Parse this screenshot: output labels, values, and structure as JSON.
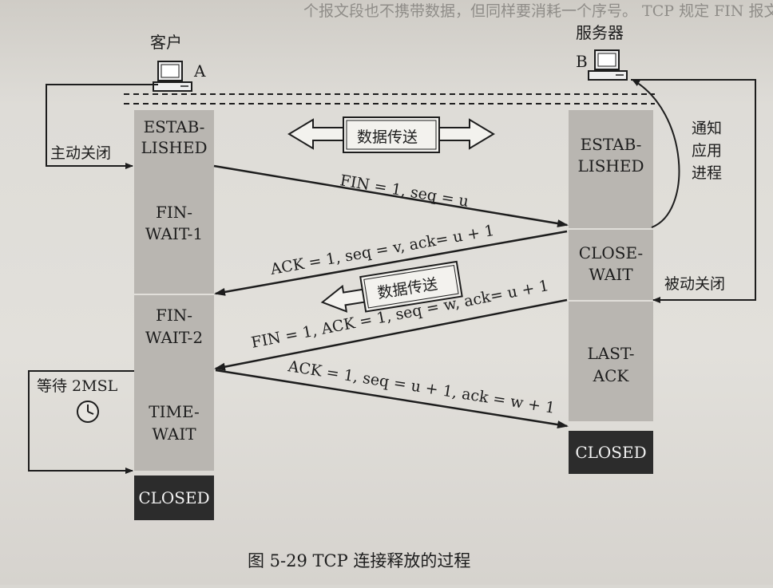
{
  "header_text": "个报文段也不携带数据，但同样要消耗一个序号。 TCP 规定 FIN 报文段即使不携带数据，它也消耗掉一个序号。",
  "client": {
    "title": "客户",
    "letter": "A"
  },
  "server": {
    "title": "服务器",
    "letter": "B"
  },
  "client_states": {
    "established": [
      "ESTAB-",
      "LISHED"
    ],
    "fin_wait_1": [
      "FIN-",
      "WAIT-1"
    ],
    "fin_wait_2": [
      "FIN-",
      "WAIT-2"
    ],
    "time_wait": [
      "TIME-",
      "WAIT"
    ],
    "closed": "CLOSED"
  },
  "server_states": {
    "established": [
      "ESTAB-",
      "LISHED"
    ],
    "close_wait": [
      "CLOSE-",
      "WAIT"
    ],
    "last_ack": [
      "LAST-",
      "ACK"
    ],
    "closed": "CLOSED"
  },
  "labels": {
    "active_close": "主动关闭",
    "passive_close": "被动关闭",
    "notify_app": [
      "通知",
      "应用",
      "进程"
    ],
    "wait_2msl": "等待 2MSL",
    "data_transfer": "数据传送",
    "data_transfer_2": "数据传送"
  },
  "messages": {
    "fin1": "FIN = 1, seq = u",
    "ack1": "ACK = 1, seq = v, ack= u + 1",
    "fin2": "FIN = 1, ACK = 1, seq = w, ack= u + 1",
    "ack2": "ACK = 1, seq = u + 1, ack = w + 1"
  },
  "caption": "图 5-29    TCP 连接释放的过程",
  "icons": [
    "computer-icon",
    "clock-icon"
  ]
}
